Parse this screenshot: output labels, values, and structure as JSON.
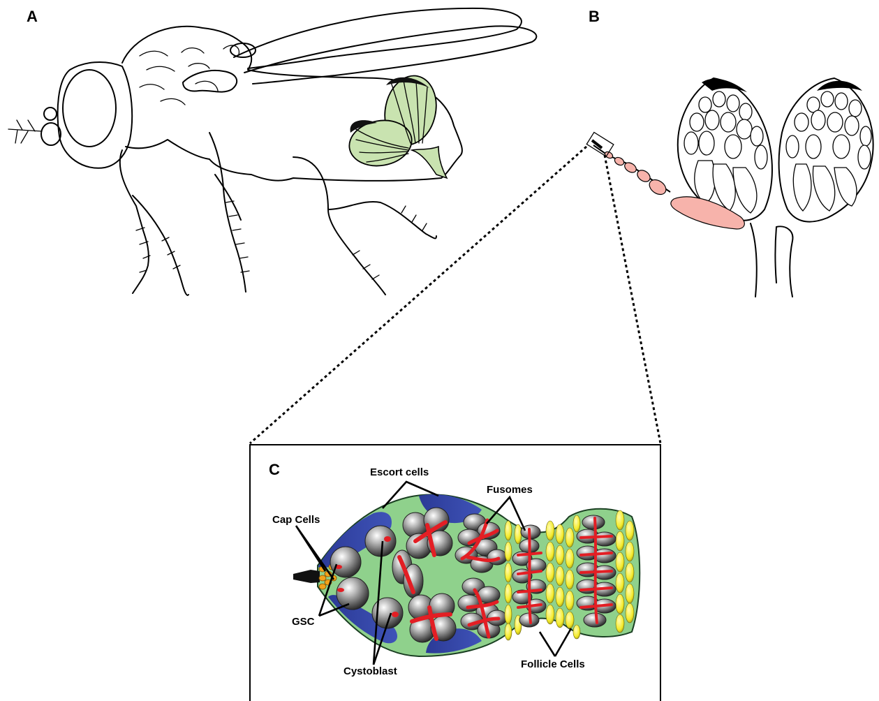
{
  "panels": {
    "a": "A",
    "b": "B",
    "c": "C"
  },
  "labels": {
    "escort_cells": "Escort cells",
    "fusomes": "Fusomes",
    "cap_cells": "Cap Cells",
    "gsc": "GSC",
    "cystoblast": "Cystoblast",
    "follicle_cells": "Follicle Cells"
  },
  "colors": {
    "ovary_green": "#c9e3b0",
    "germarium_green": "#8fd18c",
    "escort_blue": "#2f3d9a",
    "fusome_red": "#e31e24",
    "follicle_yellow": "#f5f03c",
    "cap_orange": "#f3a21a",
    "oviduct_pink": "#f7b3ab",
    "cell_gray": "#8a8a8a"
  }
}
